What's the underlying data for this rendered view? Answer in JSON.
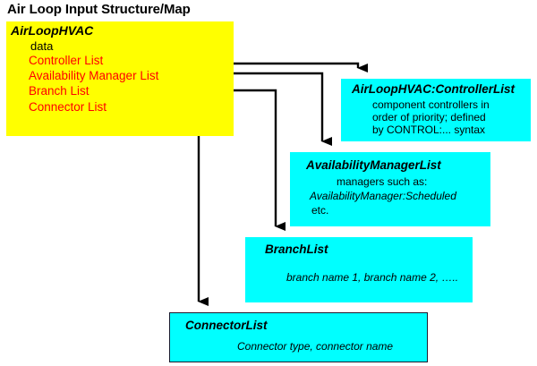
{
  "title": "Air Loop Input Structure/Map",
  "colors": {
    "root_fill": "#ffff00",
    "box_fill": "#00ffff",
    "item_text": "#ff0000",
    "line": "#000000"
  },
  "root": {
    "name": "AirLoopHVAC",
    "subtitle": "data",
    "items": [
      {
        "label": "Controller List"
      },
      {
        "label": "Availability Manager List"
      },
      {
        "label": "Branch List"
      },
      {
        "label": "Connector List"
      }
    ]
  },
  "boxes": [
    {
      "id": "controllerlist",
      "title": "AirLoopHVAC:ControllerList",
      "lines": [
        "component controllers in",
        "order of priority; defined",
        "by CONTROL:... syntax"
      ]
    },
    {
      "id": "availabilitymanagerlist",
      "title": "AvailabilityManagerList",
      "lines": [
        "managers such as:",
        "AvailabilityManager:Scheduled",
        "etc."
      ]
    },
    {
      "id": "branchlist",
      "title": "BranchList",
      "lines": [
        "branch name 1, branch name 2, ….."
      ]
    },
    {
      "id": "connectorlist",
      "title": "ConnectorList",
      "lines": [
        "Connector type, connector name"
      ]
    }
  ]
}
